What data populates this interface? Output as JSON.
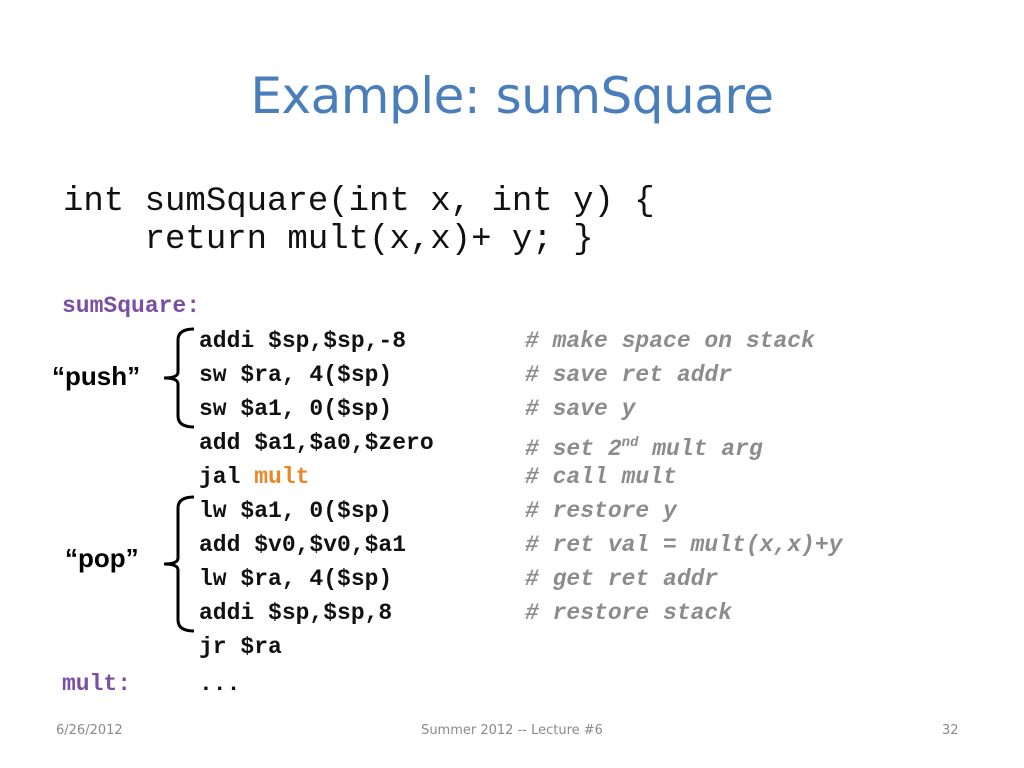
{
  "slide": {
    "title": "Example: sumSquare",
    "c_code": [
      "int sumSquare(int x, int y) {",
      "    return mult(x,x)+ y; }"
    ],
    "labels": {
      "sumsquare": "sumSquare:",
      "mult": "mult:"
    },
    "asm": [
      {
        "instr": "addi $sp,$sp,-8",
        "comment": "# make space on stack"
      },
      {
        "instr": "sw $ra, 4($sp)",
        "comment": "# save ret addr"
      },
      {
        "instr": "sw $a1, 0($sp)",
        "comment": "# save y"
      },
      {
        "instr": "add $a1,$a0,$zero",
        "comment_pre": "# set 2",
        "comment_sup": "nd",
        "comment_post": " mult arg"
      },
      {
        "instr_pre": "jal ",
        "instr_highlight": "mult",
        "comment": "# call mult"
      },
      {
        "instr": "lw $a1, 0($sp)",
        "comment": "# restore y"
      },
      {
        "instr": "add $v0,$v0,$a1",
        "comment": "# ret val = mult(x,x)+y"
      },
      {
        "instr": "lw $ra, 4($sp)",
        "comment": "# get ret addr"
      },
      {
        "instr": "addi $sp,$sp,8",
        "comment": "# restore stack"
      },
      {
        "instr": "jr $ra"
      },
      {
        "instr": "..."
      }
    ],
    "brace_labels": {
      "push": "“push”",
      "pop": "“pop”"
    },
    "colors": {
      "title": "#4a7ebb",
      "label": "#7a4fa3",
      "comment": "#8c8c8c",
      "highlight": "#e8862a"
    }
  },
  "footer": {
    "date": "6/26/2012",
    "center": "Summer 2012 -- Lecture #6",
    "page": "32"
  }
}
